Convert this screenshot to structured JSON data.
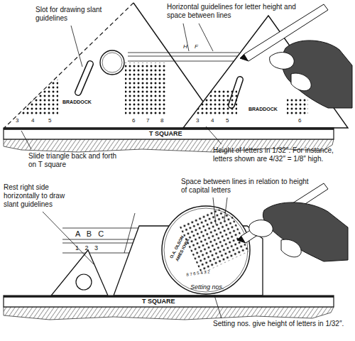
{
  "diagram": {
    "labels": [
      "Slot for drawing slant guidelines",
      "Horizontal guidelines for letter height and space between lines",
      "H",
      "F",
      "BRADDOCK",
      "3",
      "4",
      "5",
      "6",
      "7",
      "8",
      "BRADDOCK",
      "3",
      "4",
      "5",
      "6",
      "T SQUARE",
      "Slide triangle back and forth on T square",
      "Height of letters in 1/32″. For instance, letters shown are 4/32″ = 1/8″ high.",
      "Rest right side horizontally to draw slant guidelines",
      "A B C",
      "1 2 3",
      "Space between lines in relation to height of capital letters",
      "O.A. OLSON",
      "AMES IOWA",
      "8 7 6 5 4 3 2",
      "Setting nos.",
      "T SQUARE",
      "Setting nos. give height of letters in 1/32″."
    ]
  }
}
